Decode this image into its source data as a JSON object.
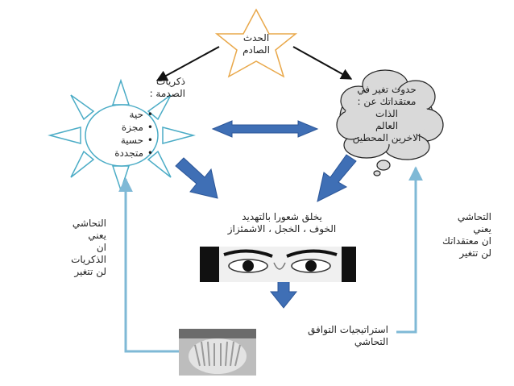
{
  "colors": {
    "star_stroke": "#e9a84a",
    "sun_stroke": "#4bacc6",
    "big_arrow": "#3f6fb5",
    "thin_arrow": "#7fb9d6",
    "cloud_fill": "#d9d9d9",
    "black": "#111111"
  },
  "star": {
    "line1": "الحدث",
    "line2": "الصادم"
  },
  "memories": {
    "line1": "ذكريات",
    "line2": "الصدمة :",
    "items": [
      "حية",
      "مجزة",
      "حسية",
      "متجددة"
    ]
  },
  "cloud": {
    "line1": "حدوث تغير في",
    "line2": "معتقداتك عن :",
    "line3": "الذات",
    "line4": "العالم",
    "line5": "الاخرين المحطين"
  },
  "center_text": {
    "line1": "يخلق شعورا بالتهديد",
    "line2": "الخوف ، الخجل ، الاشمئزاز"
  },
  "left_text": {
    "line1": "التحاشي",
    "line2": "يعني",
    "line3": "ان",
    "line4": "الذكريات",
    "line5": "لن تتغير"
  },
  "right_text": {
    "line1": "التحاشي",
    "line2": "يعني",
    "line3": "ان معتقداتك",
    "line4": "لن تتغير"
  },
  "bottom_text": {
    "line1": "استراتيجيات التوافق",
    "line2": "التحاشي"
  },
  "icons": {
    "eyes": "eyes-photo-icon",
    "hands": "hands-over-eyes-photo-icon"
  }
}
